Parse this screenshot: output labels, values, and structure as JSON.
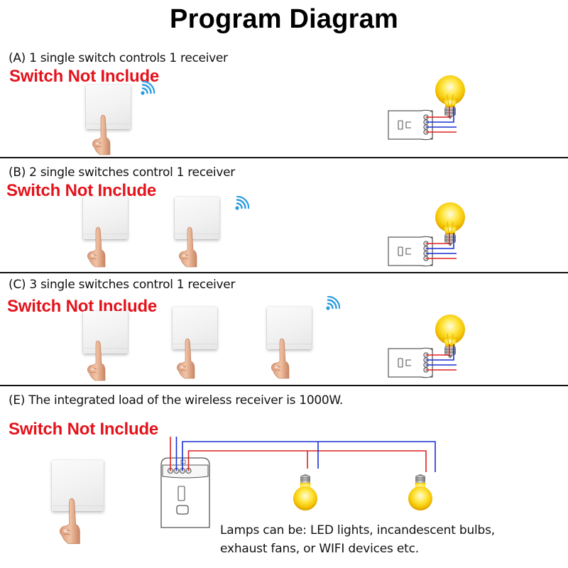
{
  "title": "Program Diagram",
  "colors": {
    "warning_text": "#e4121b",
    "live_wire": "#e02020",
    "neutral_wire": "#1a2fd0",
    "wifi": "#2a9be0",
    "bulb_glow": "#ffe033"
  },
  "sections": [
    {
      "id": "A",
      "caption": "(A) 1 single switch controls 1 receiver",
      "warning": "Switch Not Include",
      "switch_count": 1
    },
    {
      "id": "B",
      "caption": "(B) 2 single switches control 1 receiver",
      "warning": "Switch Not Include",
      "switch_count": 2
    },
    {
      "id": "C",
      "caption": "(C) 3 single switches control 1 receiver",
      "warning": "Switch Not Include",
      "switch_count": 3
    },
    {
      "id": "E",
      "caption": "(E) The integrated load of the wireless receiver is 1000W.",
      "warning": "Switch Not Include",
      "switch_count": 1,
      "lamp_count": 2,
      "note_line1": "Lamps can be: LED lights, incandescent bulbs,",
      "note_line2": "exhaust fans, or WIFI devices etc."
    }
  ],
  "icons": {
    "switch": "wall-switch-panel",
    "hand": "pointing-hand",
    "wifi": "wireless-signal",
    "bulb": "light-bulb",
    "receiver": "wireless-receiver-module"
  }
}
